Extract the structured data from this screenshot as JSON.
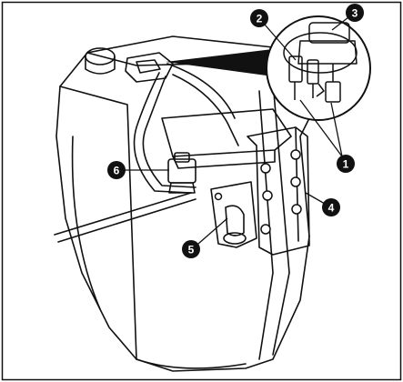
{
  "figure": {
    "colors": {
      "line": "#111111",
      "paper": "#ffffff",
      "callout_fill": "#111111",
      "callout_text": "#ffffff"
    }
  },
  "callouts": [
    {
      "id": "1",
      "label": "1"
    },
    {
      "id": "2",
      "label": "2"
    },
    {
      "id": "3",
      "label": "3"
    },
    {
      "id": "4",
      "label": "4"
    },
    {
      "id": "5",
      "label": "5"
    },
    {
      "id": "6",
      "label": "6"
    }
  ]
}
